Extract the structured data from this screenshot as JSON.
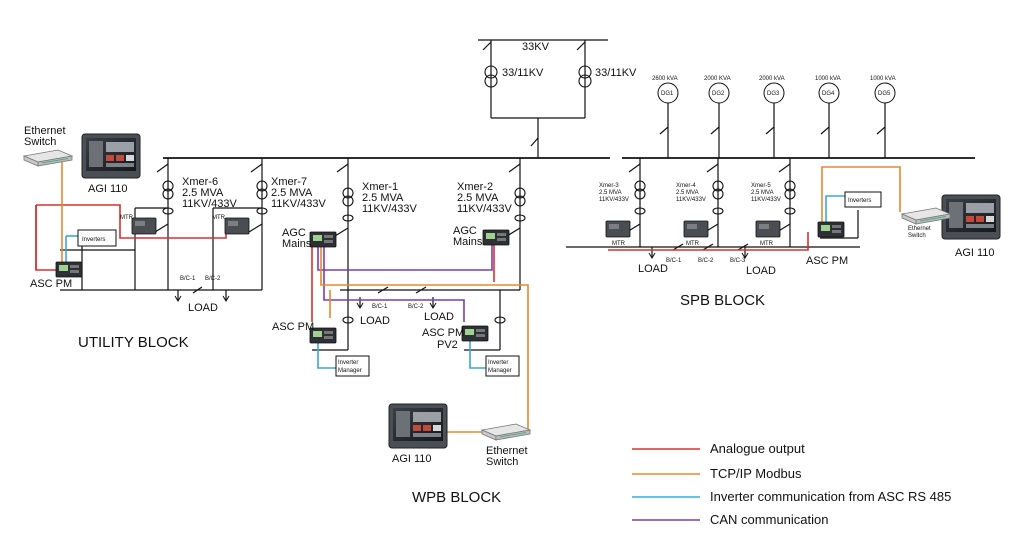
{
  "colors": {
    "analogue": "#d93030",
    "tcp": "#e8882c",
    "rs485": "#3aa9d6",
    "can": "#7a3db0",
    "line": "#111111"
  },
  "grid": {
    "voltage": "33KV",
    "tx_left": "33/11KV",
    "tx_right": "33/11KV"
  },
  "generators": [
    {
      "rating": "2600 kVA",
      "name": "DG1"
    },
    {
      "rating": "2000 KVA",
      "name": "DG2"
    },
    {
      "rating": "2000 kVA",
      "name": "DG3"
    },
    {
      "rating": "1000 kVA",
      "name": "DG4"
    },
    {
      "rating": "1000 kVA",
      "name": "DG5"
    }
  ],
  "utility": {
    "block": "UTILITY BLOCK",
    "ethernet": "Ethernet\nSwitch",
    "agi": "AGI 110",
    "asc": "ASC PM",
    "inverters": "Inverters",
    "load": "LOAD",
    "bc1": "B/C-1",
    "bc2": "B/C-2",
    "mtr1": "MTR",
    "mtr2": "MTR",
    "xmer6": [
      "Xmer-6",
      "2.5 MVA",
      "11KV/433V"
    ],
    "xmer7": [
      "Xmer-7",
      "2.5 MVA",
      "11KV/433V"
    ]
  },
  "wpb": {
    "block": "WPB BLOCK",
    "xmer1": [
      "Xmer-1",
      "2.5 MVA",
      "11KV/433V"
    ],
    "xmer2": [
      "Xmer-2",
      "2.5 MVA",
      "11KV/433V"
    ],
    "agc1": [
      "AGC",
      "Mains"
    ],
    "agc2": [
      "AGC",
      "Mains"
    ],
    "asc1": "ASC PM",
    "asc2": [
      "ASC PM",
      "PV2"
    ],
    "inv1": [
      "Inverter",
      "Manager"
    ],
    "inv2": [
      "Inverter",
      "Manager"
    ],
    "load1": "LOAD",
    "load2": "LOAD",
    "bc1": "B/C-1",
    "bc2": "B/C-2",
    "agi": "AGI 110",
    "ethernet": "Ethernet\nSwitch"
  },
  "spb": {
    "block": "SPB BLOCK",
    "xmer3": [
      "Xmer-3",
      "2.5 MVA",
      "11KV/433V"
    ],
    "xmer4": [
      "Xmer-4",
      "2.5 MVA",
      "11KV/433V"
    ],
    "xmer5": [
      "Xmer-5",
      "2.5 MVA",
      "11KV/433V"
    ],
    "mtr": [
      "MTR",
      "MTR",
      "MTR"
    ],
    "bc1": "B/C-1",
    "bc2": "B/C-2",
    "bc3": "B/C-3",
    "load1": "LOAD",
    "load2": "LOAD",
    "asc": "ASC PM",
    "inverters": "Inverters",
    "ethernet": "Ethernet\nSwitch",
    "agi": "AGI 110"
  },
  "legend": [
    {
      "label": "Analogue output",
      "color": "#d93030"
    },
    {
      "label": "TCP/IP Modbus",
      "color": "#e8882c"
    },
    {
      "label": "Inverter communication from ASC RS 485",
      "color": "#3aa9d6"
    },
    {
      "label": "CAN communication",
      "color": "#7a3db0"
    }
  ]
}
